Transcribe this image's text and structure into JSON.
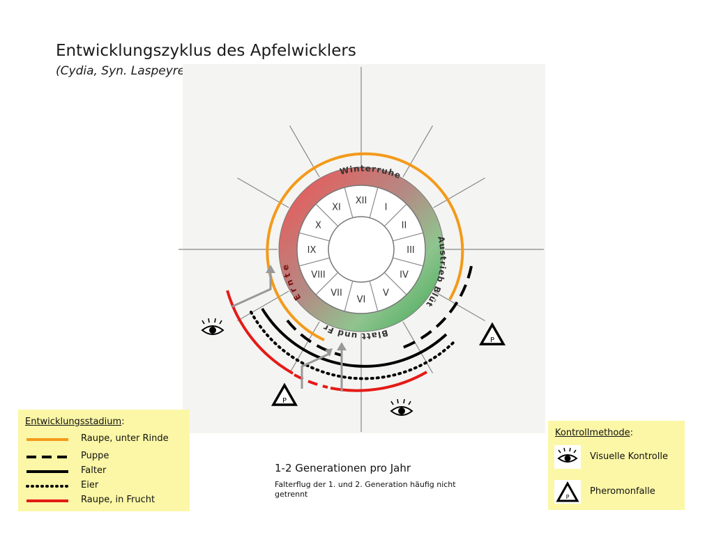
{
  "title": "Entwicklungszyklus des Apfelwicklers",
  "subtitle": "(Cydia, Syn. Laspeyresia pomonella)",
  "months": [
    "I",
    "II",
    "III",
    "IV",
    "V",
    "VI",
    "VII",
    "VIII",
    "IX",
    "X",
    "XI",
    "XII"
  ],
  "phases": {
    "winterruhe": "Winterruhe",
    "austrieb": "Austrieb Blüte",
    "blatt": "Blatt und Frucht",
    "ernte": "Ernte"
  },
  "legend": {
    "title": "Entwicklungsstadium",
    "items": [
      {
        "label": "Raupe, unter Rinde",
        "color": "#f39a1a",
        "style": "solid"
      },
      {
        "label": "Puppe",
        "color": "#000000",
        "style": "dashed"
      },
      {
        "label": "Falter",
        "color": "#000000",
        "style": "solid"
      },
      {
        "label": "Eier",
        "color": "#000000",
        "style": "dotted"
      },
      {
        "label": "Raupe, in Frucht",
        "color": "#e41b17",
        "style": "solid"
      }
    ]
  },
  "control": {
    "title": "Kontrollmethode",
    "items": [
      {
        "label": "Visuelle Kontrolle",
        "icon": "eye-icon"
      },
      {
        "label": "Pheromonfalle",
        "icon": "pheromone-trap-icon",
        "letter": "P"
      }
    ]
  },
  "generations": "1-2 Generationen pro Jahr",
  "note": "Falterflug der 1. und 2. Generation häufig nicht getrennt",
  "colors": {
    "orange": "#f39a1a",
    "red": "#e41b17",
    "black": "#000000",
    "grey_arrow": "#999999",
    "panel": "#fbf7a6"
  }
}
